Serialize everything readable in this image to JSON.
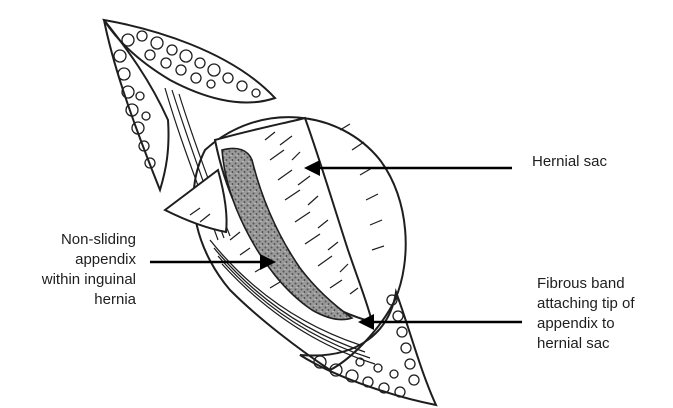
{
  "labels": {
    "hernial_sac": "Hernial sac",
    "non_sliding_appendix": "Non-sliding\nappendix\nwithin inguinal\nhernia",
    "fibrous_band": "Fibrous band\nattaching tip of\nappendix to\nhernial sac"
  },
  "colors": {
    "ink": "#1e1e1e",
    "appendix_fill": "#8a8a8a",
    "background": "#ffffff"
  }
}
